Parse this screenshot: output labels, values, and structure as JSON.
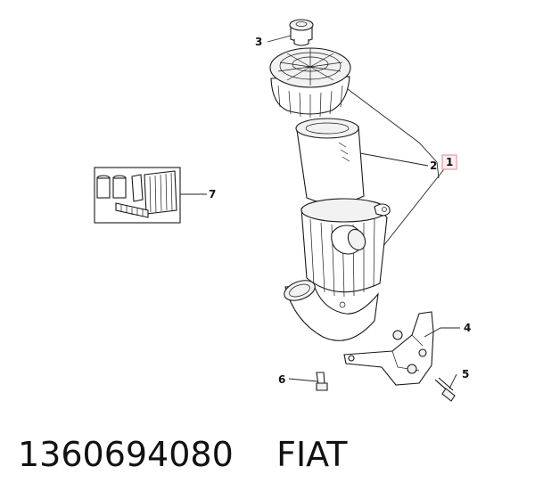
{
  "callouts": {
    "c1": "1",
    "c2": "2",
    "c3": "3",
    "c4": "4",
    "c5": "5",
    "c6": "6",
    "c7": "7"
  },
  "caption": "1360694080    FIAT",
  "colors": {
    "ink": "#1a1a1a",
    "highlight_box": "#e8a0a8",
    "highlight_fill": "#fdf0f2"
  }
}
